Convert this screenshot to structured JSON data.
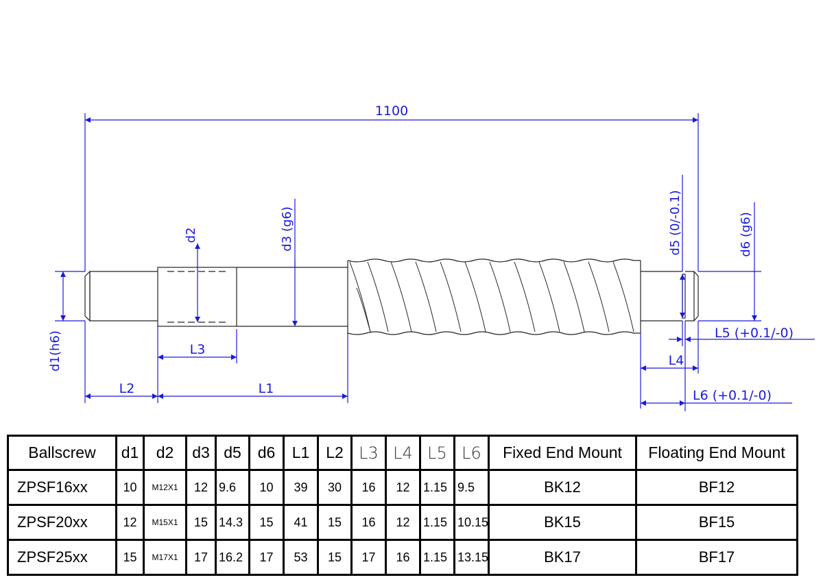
{
  "drawing": {
    "overall_length": "1100",
    "labels": {
      "d1": "d1(h6)",
      "d2": "d2",
      "d3": "d3 (g6)",
      "d5": "d5 (0/-0.1)",
      "d6": "d6 (g6)",
      "L1": "L1",
      "L2": "L2",
      "L3": "L3",
      "L4": "L4",
      "L5": "L5 (+0.1/-0)",
      "L6": "L6 (+0.1/-0)"
    },
    "line_color": "#1a1adc"
  },
  "table": {
    "headers": [
      "Ballscrew",
      "d1",
      "d2",
      "d3",
      "d5",
      "d6",
      "L1",
      "L2",
      "L3",
      "L4",
      "L5",
      "L6",
      "Fixed End Mount",
      "Floating End Mount"
    ],
    "rows": [
      [
        "ZPSF16xx",
        "10",
        "M12X1",
        "12",
        "9.6",
        "10",
        "39",
        "30",
        "16",
        "12",
        "1.15",
        "9.5",
        "BK12",
        "BF12"
      ],
      [
        "ZPSF20xx",
        "12",
        "M15X1",
        "15",
        "14.3",
        "15",
        "41",
        "15",
        "16",
        "12",
        "1.15",
        "10.15",
        "BK15",
        "BF15"
      ],
      [
        "ZPSF25xx",
        "15",
        "M17X1",
        "17",
        "16.2",
        "17",
        "53",
        "15",
        "17",
        "16",
        "1.15",
        "13.15",
        "BK17",
        "BF17"
      ]
    ]
  }
}
